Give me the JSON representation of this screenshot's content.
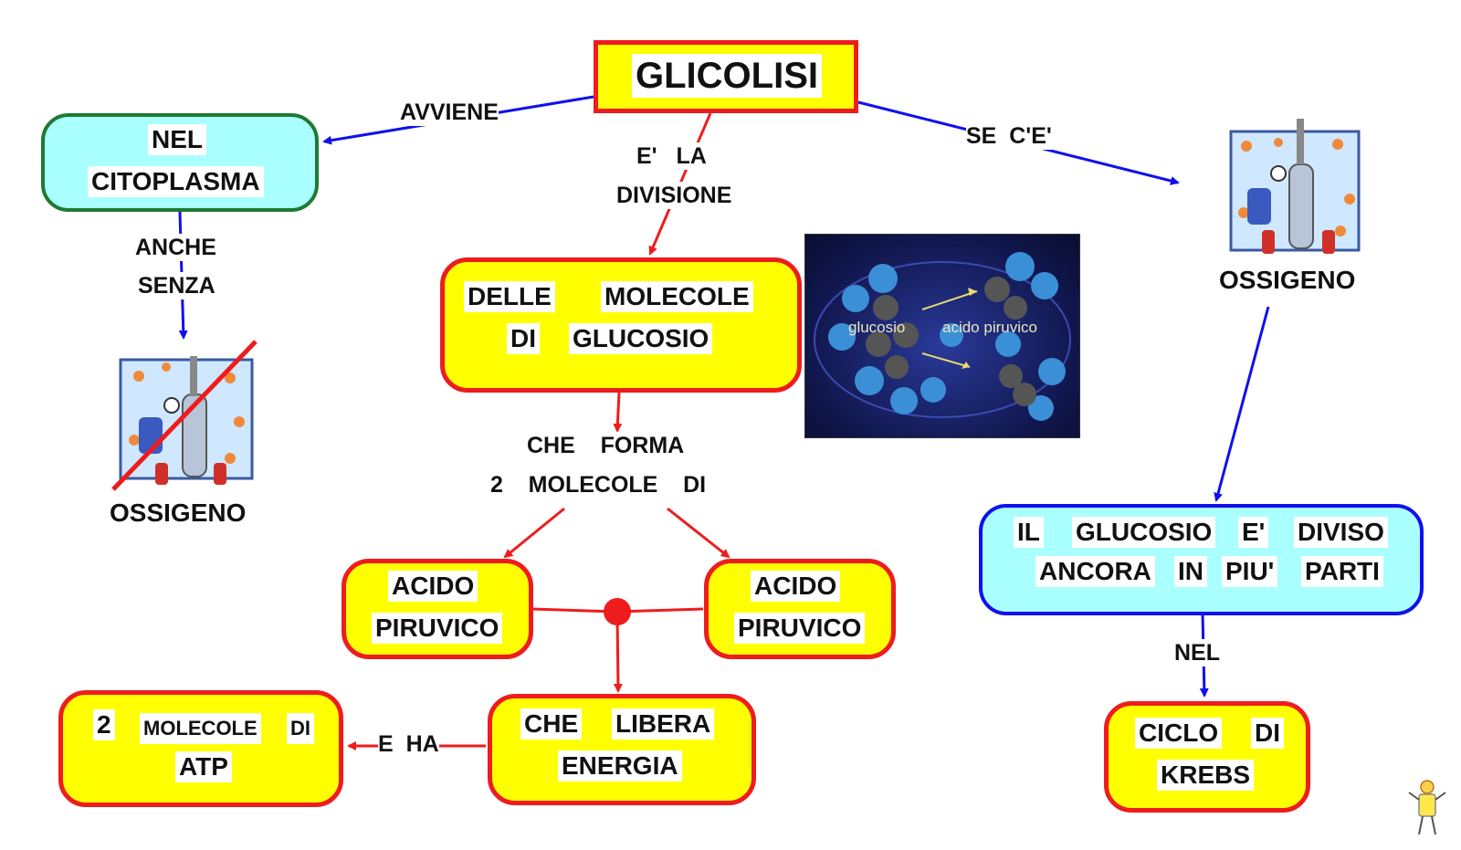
{
  "title": "GLICOLISI",
  "nodes": {
    "citoplasma": [
      "NEL",
      "CITOPLASMA"
    ],
    "molecole": [
      "DELLE",
      "MOLECOLE",
      "DI",
      "GLUCOSIO"
    ],
    "acido_left": [
      "ACIDO",
      "PIRUVICO"
    ],
    "acido_right": [
      "ACIDO",
      "PIRUVICO"
    ],
    "libera": [
      "CHE",
      "LIBERA",
      "ENERGIA"
    ],
    "atp": [
      "2",
      "MOLECOLE",
      "DI",
      "ATP"
    ],
    "diviso": [
      "IL",
      "GLUCOSIO",
      "E'",
      "DIVISO",
      "ANCORA",
      "IN",
      "PIU'",
      "PARTI"
    ],
    "krebs": [
      "CICLO",
      "DI",
      "KREBS"
    ]
  },
  "link_labels": {
    "avviene": "AVVIENE",
    "e_la": "E'   LA",
    "divisione": "DIVISIONE",
    "se_ce": "SE  C'E'",
    "anche": "ANCHE",
    "senza": "SENZA",
    "che_forma": "CHE    FORMA",
    "due_molecole_di": "2    MOLECOLE    DI",
    "e_ha": "E  HA",
    "nel": "NEL"
  },
  "images": {
    "oxygen_no_label": "OSSIGENO",
    "oxygen_yes_label": "OSSIGENO",
    "photo_label_left": "glucosio",
    "photo_label_right": "acido piruvico"
  },
  "colors": {
    "red": "#ee1c1c",
    "blue": "#1010ee",
    "yellow": "#ffff00",
    "cyan": "#aaffff",
    "green": "#1e7a32"
  }
}
